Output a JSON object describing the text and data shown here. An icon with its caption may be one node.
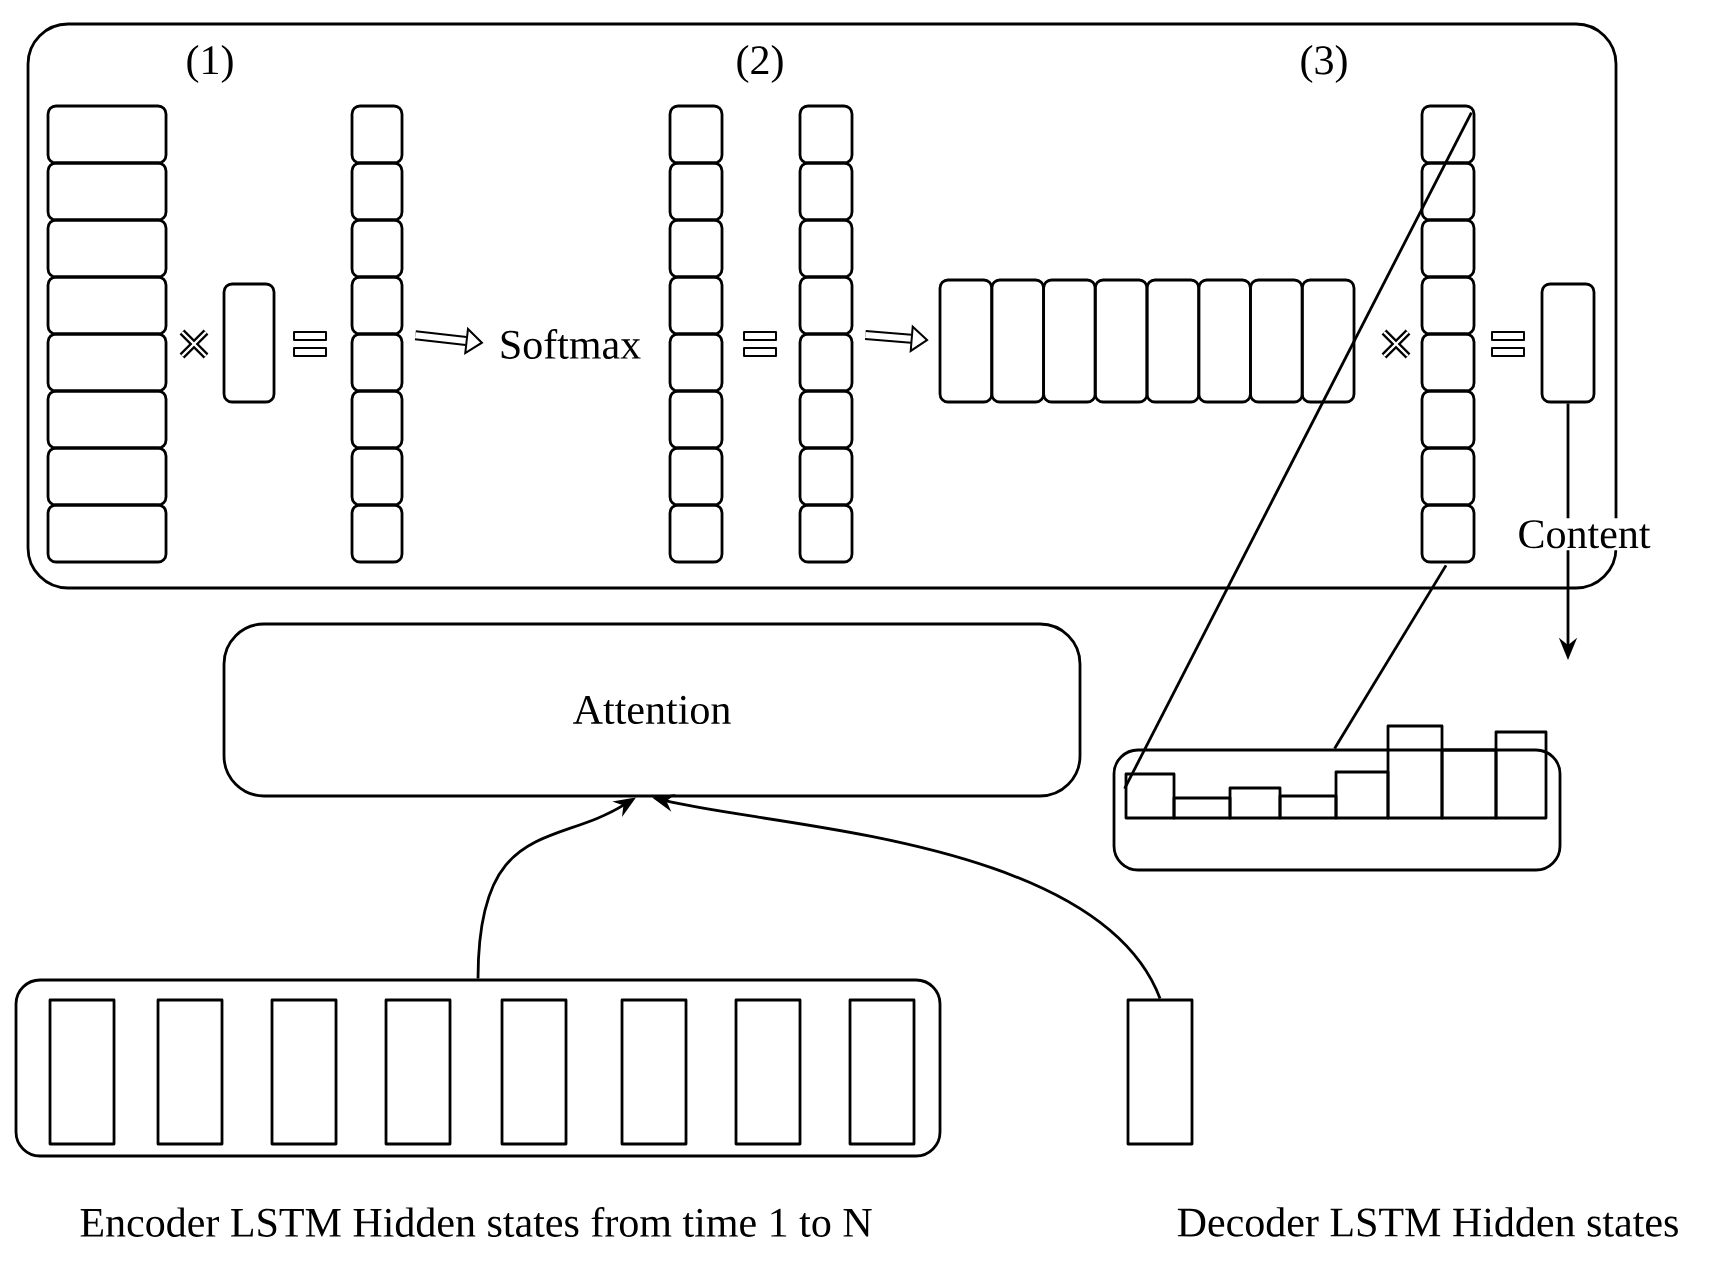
{
  "diagram": {
    "nodes": [
      {
        "text": [],
        "shape": "box"
      },
      {
        "text": [],
        "shape": "box",
        "in": 0
      },
      {
        "text": [],
        "shape": "box",
        "in": 0
      },
      {
        "text": [],
        "shape": "box",
        "in": 0
      },
      {
        "text": [
          "Softmax"
        ],
        "in": 0
      },
      {
        "text": [],
        "shape": "box",
        "in": 0
      },
      {
        "text": [],
        "shape": "box",
        "in": 0
      },
      {
        "text": [],
        "shape": "box",
        "in": 0
      },
      {
        "text": [],
        "shape": "box",
        "in": 0
      },
      {
        "text": [],
        "shape": "box",
        "in": 0
      },
      {
        "text": [
          "Attention"
        ]
      },
      {
        "text": [],
        "shape": "picture"
      },
      {
        "text": [
          "Encoder LSTM Hidden states from time 1 to N"
        ]
      },
      {
        "text": [
          "Decoder LSTM Hidden states"
        ]
      }
    ],
    "edges": [
      {
        "from": 3,
        "to": 4,
        "arrow": "to",
        "style": "thick"
      },
      {
        "from": 6,
        "to": 7,
        "arrow": "to",
        "style": "thick"
      },
      {
        "from": 12,
        "to": 10,
        "arrow": "to"
      },
      {
        "from": 13,
        "to": 10,
        "arrow": "to"
      },
      {
        "from": 8,
        "to": 11,
        "arrow": "none"
      },
      {
        "from": 8,
        "to": 11,
        "arrow": "none"
      },
      {
        "from": 9,
        "to": null,
        "arrow": "to",
        "label": "Content"
      }
    ],
    "labels": [
      "(1)",
      "(2)",
      "(3)"
    ]
  }
}
